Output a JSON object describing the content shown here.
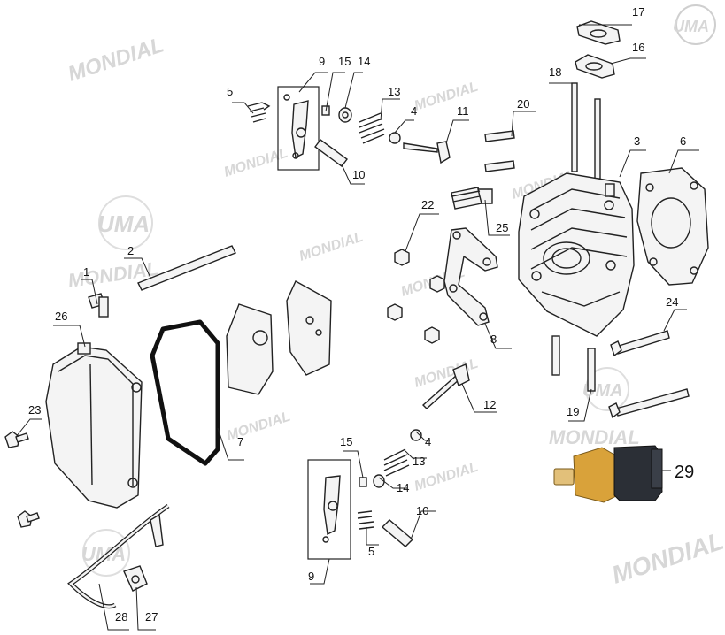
{
  "brand": {
    "watermark_text": "MONDIAL",
    "logo_text": "UMA"
  },
  "callouts": {
    "c1": "1",
    "c2": "2",
    "c3": "3",
    "c4a": "4",
    "c4b": "4",
    "c5a": "5",
    "c5b": "5",
    "c6": "6",
    "c7": "7",
    "c8": "8",
    "c9a": "9",
    "c9b": "9",
    "c10a": "10",
    "c10b": "10",
    "c11": "11",
    "c12": "12",
    "c13a": "13",
    "c13b": "13",
    "c14a": "14",
    "c14b": "14",
    "c15a": "15",
    "c15b": "15",
    "c16": "16",
    "c17": "17",
    "c18": "18",
    "c19": "19",
    "c20": "20",
    "c22": "22",
    "c23": "23",
    "c24": "24",
    "c25": "25",
    "c26": "26",
    "c27": "27",
    "c28": "28",
    "c29": "29"
  },
  "colors": {
    "line": "#222222",
    "watermark": "#d7d7d7",
    "sensor_brass": "#d9a23a",
    "sensor_body": "#2b2f36"
  }
}
